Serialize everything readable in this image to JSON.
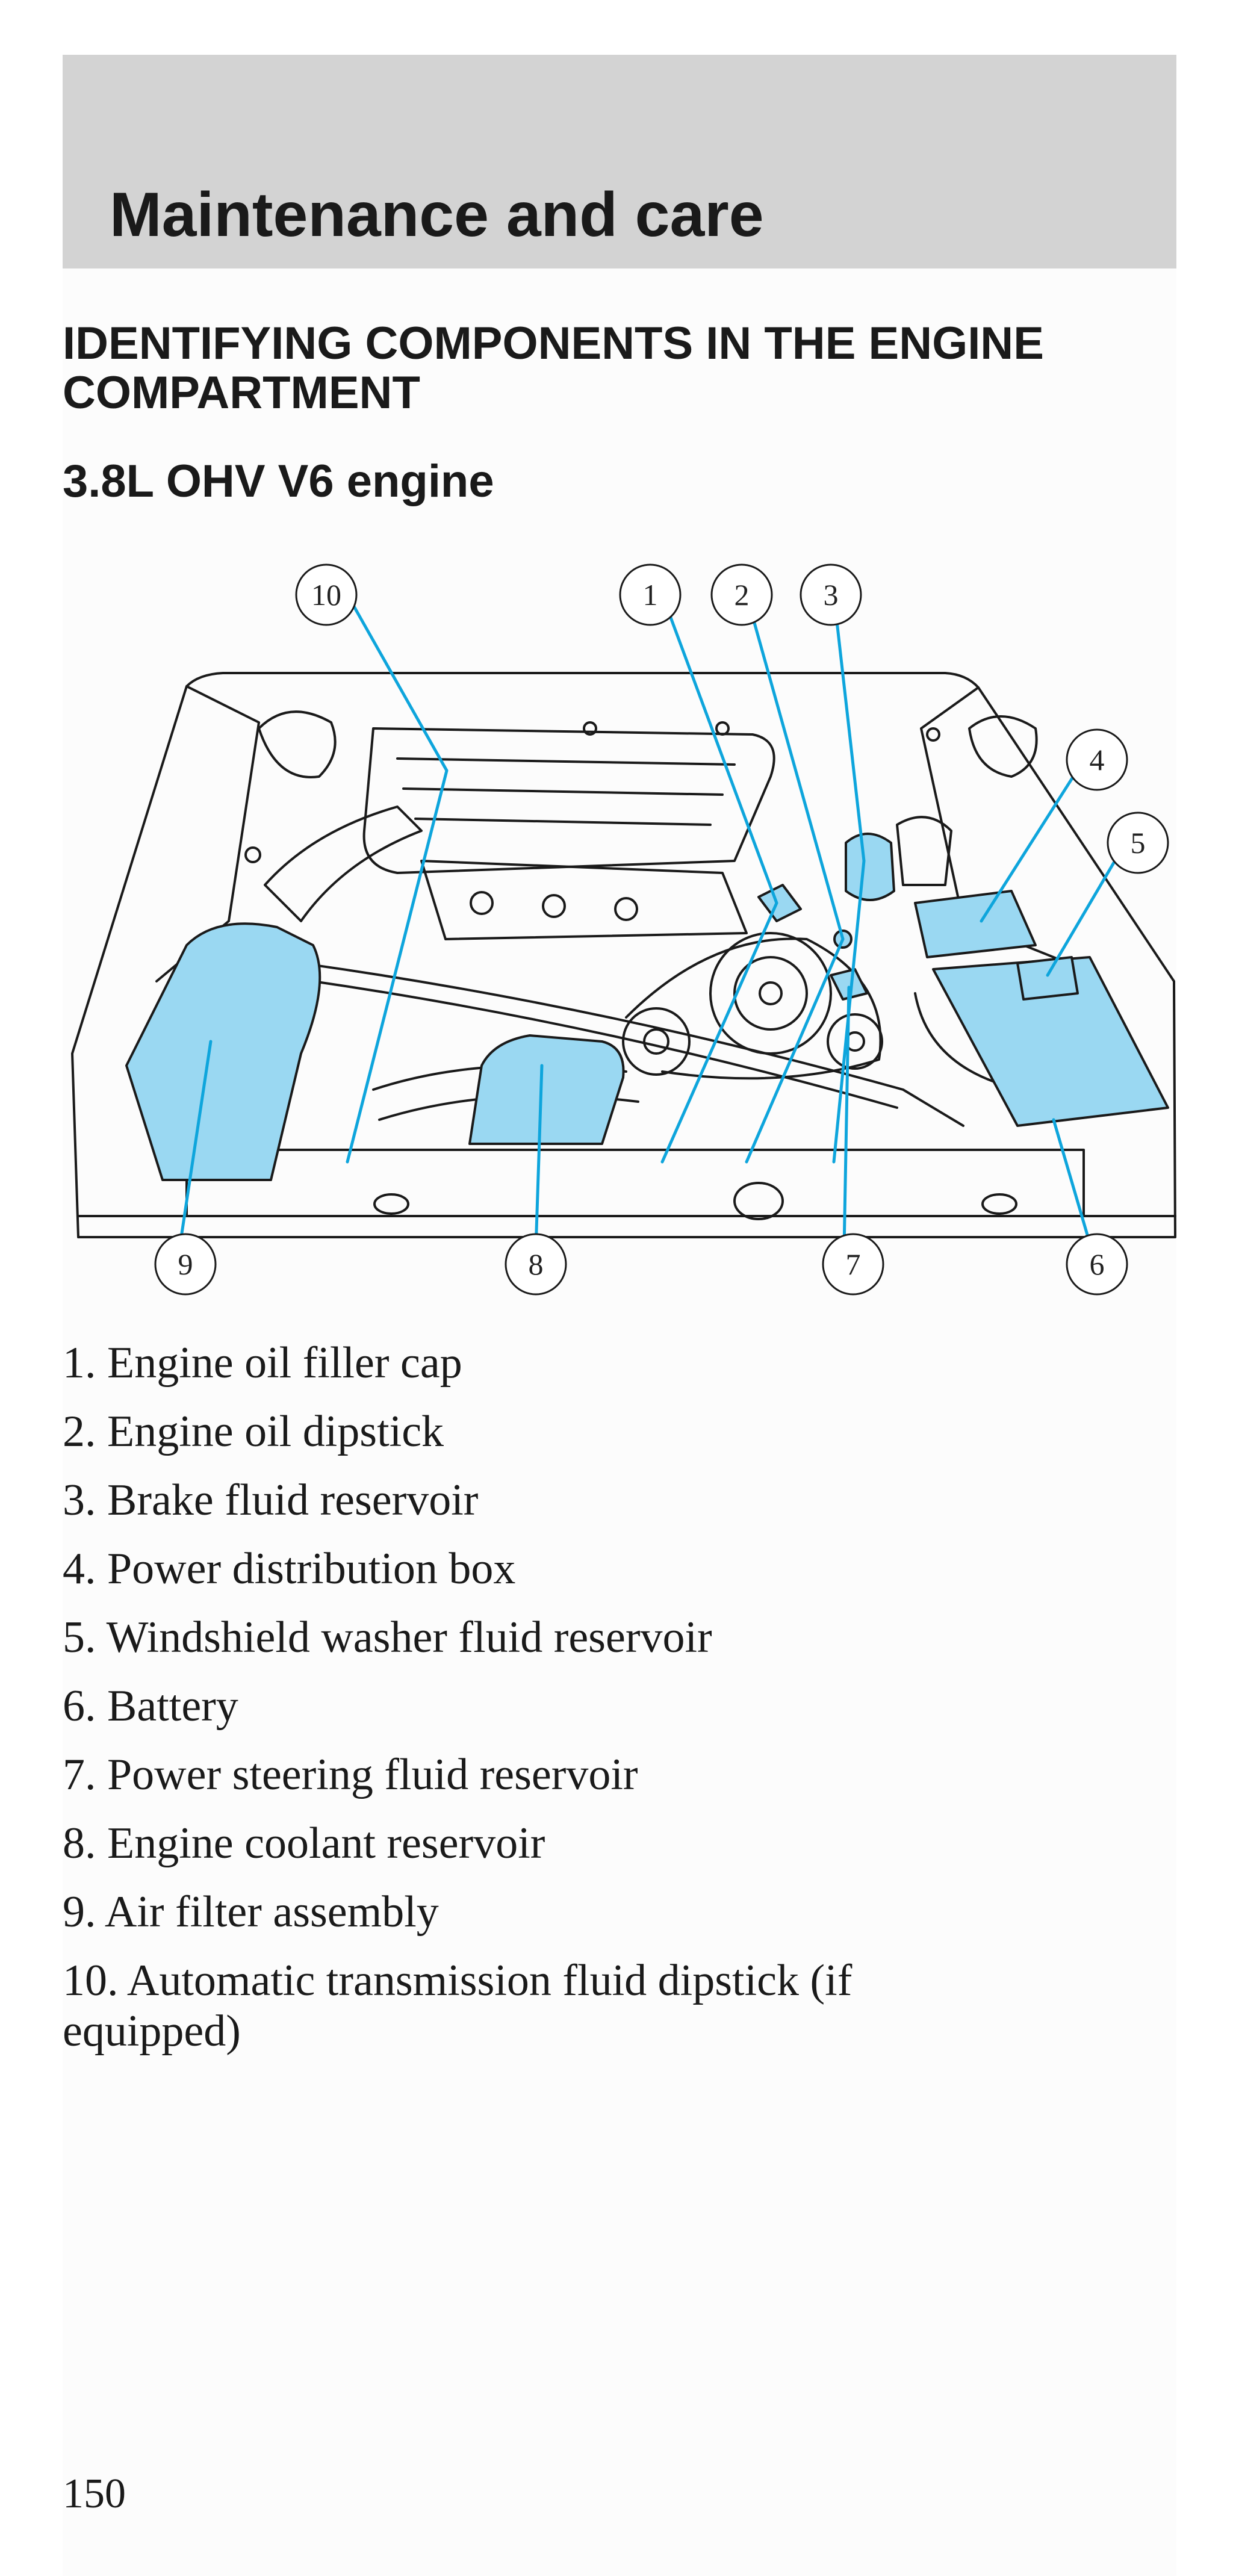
{
  "header": {
    "title": "Maintenance and care"
  },
  "section": {
    "heading": "IDENTIFYING COMPONENTS IN THE ENGINE COMPARTMENT",
    "subheading": "3.8L OHV V6 engine"
  },
  "diagram": {
    "callouts": [
      "10",
      "1",
      "2",
      "3",
      "4",
      "5",
      "9",
      "8",
      "7",
      "6"
    ],
    "highlight_color": "#9ad8f2",
    "leader_color": "#0ea5dc"
  },
  "legend": {
    "items": [
      "1. Engine oil filler cap",
      "2. Engine oil dipstick",
      "3. Brake fluid reservoir",
      "4. Power distribution box",
      "5. Windshield washer fluid reservoir",
      "6. Battery",
      "7. Power steering fluid reservoir",
      "8. Engine coolant reservoir",
      "9. Air filter assembly",
      "10. Automatic transmission fluid dipstick (if equipped)"
    ]
  },
  "footer": {
    "page_number": "150"
  }
}
